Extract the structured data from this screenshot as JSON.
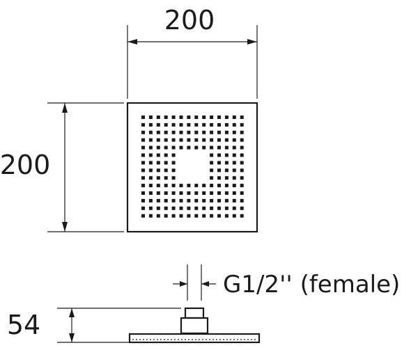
{
  "top_view": {
    "width_label": "200",
    "height_label": "200"
  },
  "side_view": {
    "height_label": "54",
    "connection_label": "G1/2'' (female)"
  }
}
